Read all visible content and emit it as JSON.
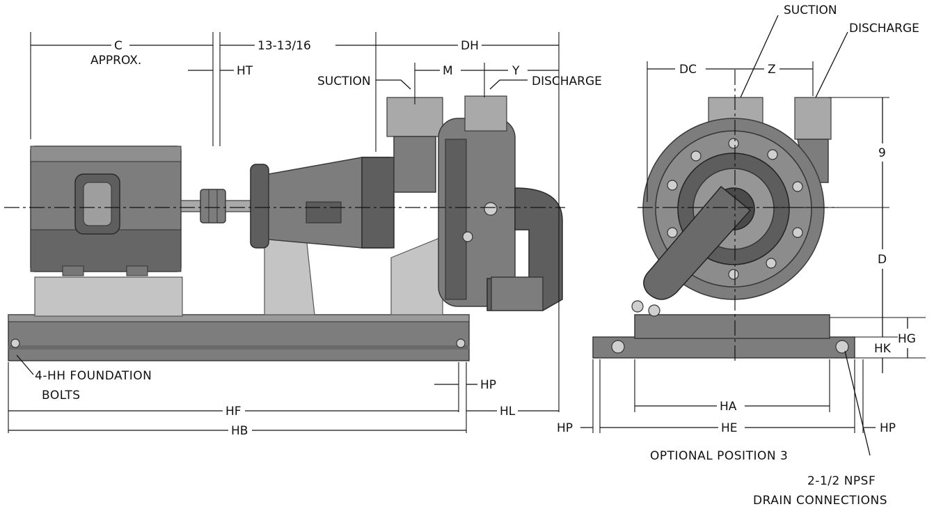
{
  "labels": {
    "c": "C",
    "approx": "APPROX.",
    "coupling_gap": "13-13/16",
    "ht": "HT",
    "dh": "DH",
    "m": "M",
    "y": "Y",
    "suction_side": "SUCTION",
    "discharge_side": "DISCHARGE",
    "foundation_bolts_1": "4-HH FOUNDATION",
    "foundation_bolts_2": "BOLTS",
    "hp_side": "HP",
    "hf": "HF",
    "hl": "HL",
    "hb": "HB",
    "suction_end": "SUCTION",
    "discharge_end": "DISCHARGE",
    "dc": "DC",
    "z": "Z",
    "nine": "9",
    "d": "D",
    "hg": "HG",
    "hk": "HK",
    "ha": "HA",
    "hp_left": "HP",
    "he": "HE",
    "hp_right": "HP",
    "optional_position": "OPTIONAL POSITION 3",
    "drain_1": "2-1/2 NPSF",
    "drain_2": "DRAIN CONNECTIONS"
  }
}
